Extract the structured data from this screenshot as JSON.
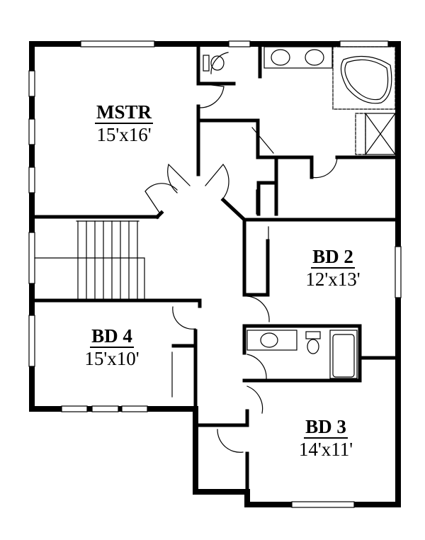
{
  "plan": {
    "title": "Second floor plan",
    "colors": {
      "wall": "#000000",
      "background": "#ffffff"
    }
  },
  "rooms": {
    "master": {
      "name": "MSTR",
      "size": "15'x16'"
    },
    "bd2": {
      "name": "BD 2",
      "size": "12'x13'"
    },
    "bd3": {
      "name": "BD 3",
      "size": "14'x11'"
    },
    "bd4": {
      "name": "BD 4",
      "size": "15'x10'"
    }
  },
  "fixtures": [
    "toilet",
    "double-vanity-sinks",
    "corner-tub",
    "shower",
    "bath-sink",
    "bath-toilet",
    "bathtub",
    "stairs"
  ]
}
